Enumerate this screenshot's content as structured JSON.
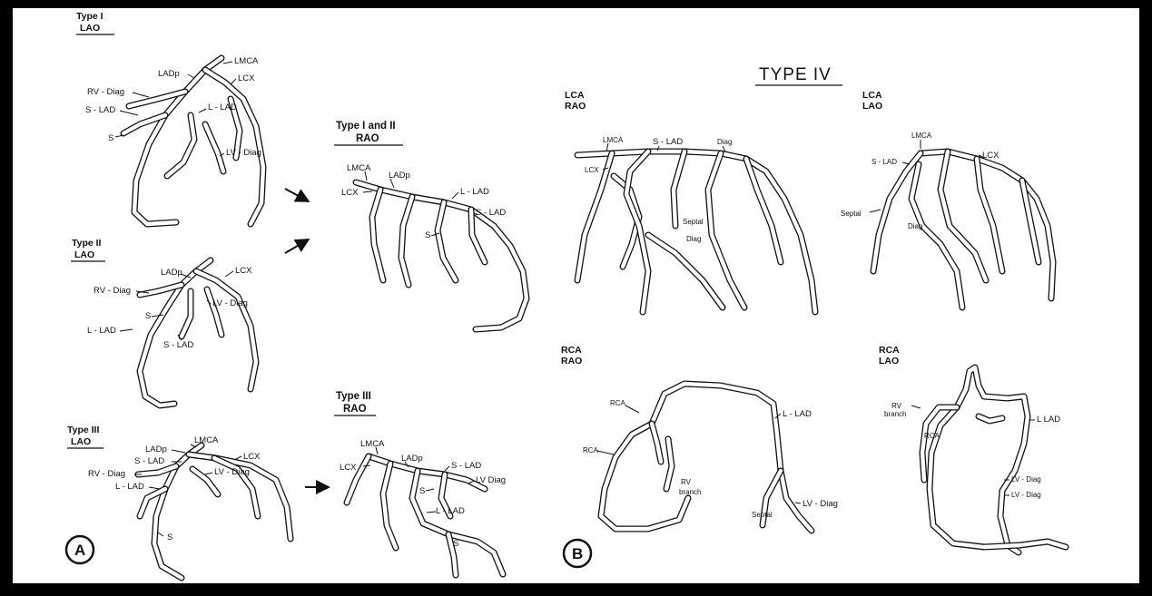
{
  "panel_a": {
    "badge": "A",
    "type1_lao": {
      "title": "Type I",
      "view": "LAO",
      "labels": [
        "LMCA",
        "LADp",
        "LCX",
        "RV - Diag",
        "S - LAD",
        "L - LAD",
        "S",
        "LV - Diag"
      ]
    },
    "type2_lao": {
      "title": "Type II",
      "view": "LAO",
      "labels": [
        "LADp",
        "LCX",
        "RV - Diag",
        "LV - Diag",
        "S",
        "L - LAD",
        "S - LAD"
      ]
    },
    "type3_lao": {
      "title": "Type III",
      "view": "LAO",
      "labels": [
        "LMCA",
        "LADp",
        "LCX",
        "S - LAD",
        "RV - Diag",
        "LV - Diag",
        "L - LAD",
        "S"
      ]
    },
    "type12_rao": {
      "title": "Type I and II",
      "view": "RAO",
      "labels": [
        "LMCA",
        "LADp",
        "LCX",
        "L - LAD",
        "S - LAD",
        "S"
      ]
    },
    "type3_rao": {
      "title": "Type III",
      "view": "RAO",
      "labels": [
        "LMCA",
        "LADp",
        "LCX",
        "S - LAD",
        "LV Diag",
        "S",
        "L - LAD",
        "S"
      ]
    }
  },
  "panel_b": {
    "badge": "B",
    "title": "TYPE IV",
    "lca_rao": {
      "title": "LCA",
      "view": "RAO",
      "labels": [
        "LMCA",
        "S - LAD",
        "Diag",
        "LCX",
        "Septal",
        "Diag"
      ]
    },
    "lca_lao": {
      "title": "LCA",
      "view": "LAO",
      "labels": [
        "LMCA",
        "LCX",
        "S - LAD",
        "Septal",
        "Diag"
      ]
    },
    "rca_rao": {
      "title": "RCA",
      "view": "RAO",
      "labels": [
        "RCA",
        "RCA",
        "L - LAD",
        "RV",
        "branch",
        "Septal",
        "LV - Diag"
      ]
    },
    "rca_lao": {
      "title": "RCA",
      "view": "LAO",
      "labels": [
        "RV",
        "branch",
        "RCA",
        "L  LAD",
        "LV - Diag",
        "LV - Diag"
      ]
    }
  }
}
